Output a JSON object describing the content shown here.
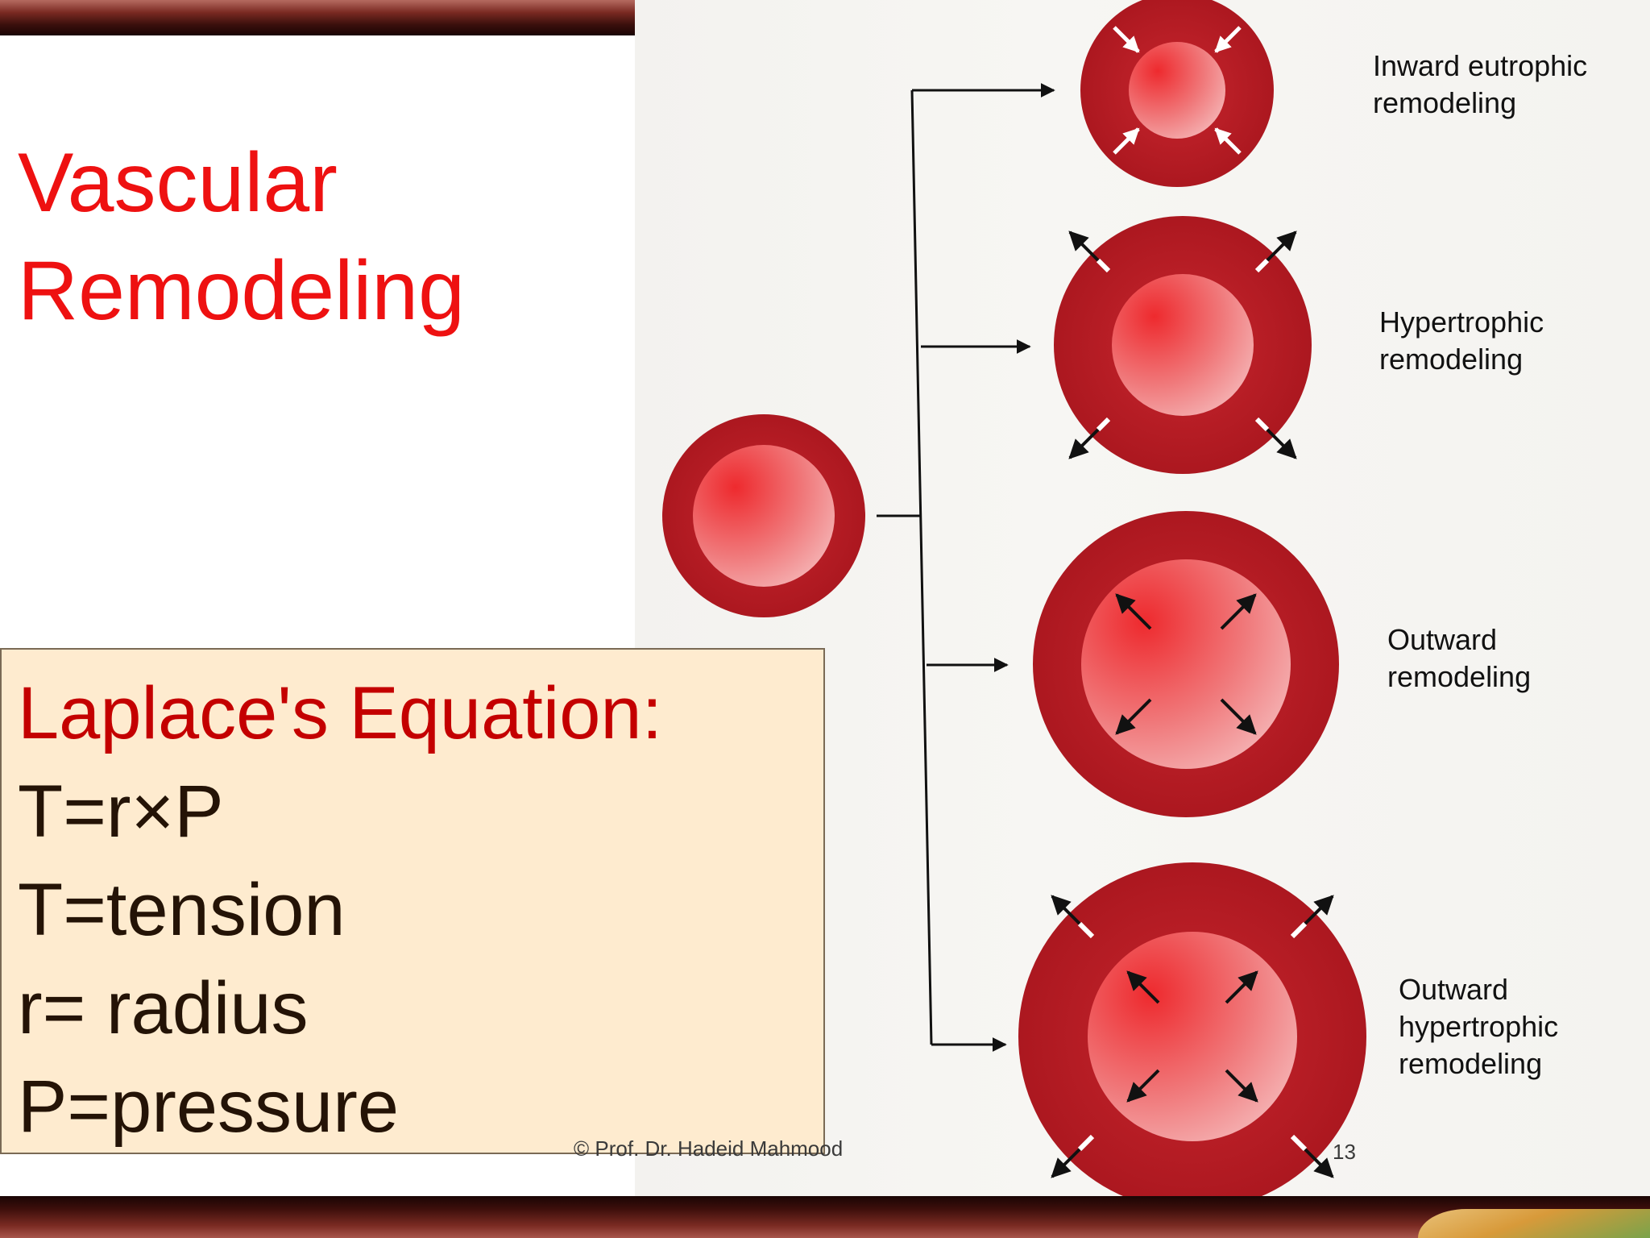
{
  "slide": {
    "title_line1": "Vascular",
    "title_line2": "Remodeling",
    "footer": "© Prof. Dr. Hadeid Mahmood",
    "page_number": "13"
  },
  "equation": {
    "heading": "Laplace's Equation:",
    "lines": [
      "T=r×P",
      "T=tension",
      "r= radius",
      "P=pressure"
    ]
  },
  "diagram": {
    "labels": {
      "inward_eutrophic": [
        "Inward eutrophic",
        "remodeling"
      ],
      "hypertrophic": [
        "Hypertrophic",
        "remodeling"
      ],
      "outward": [
        "Outward",
        "remodeling"
      ],
      "outward_hypertrophic": [
        "Outward",
        "hypertrophic",
        "remodeling"
      ]
    },
    "colors": {
      "vessel_wall": "#b81e26",
      "lumen_light": "#f2a6a8",
      "lumen_bright": "#ee2a2e"
    }
  }
}
